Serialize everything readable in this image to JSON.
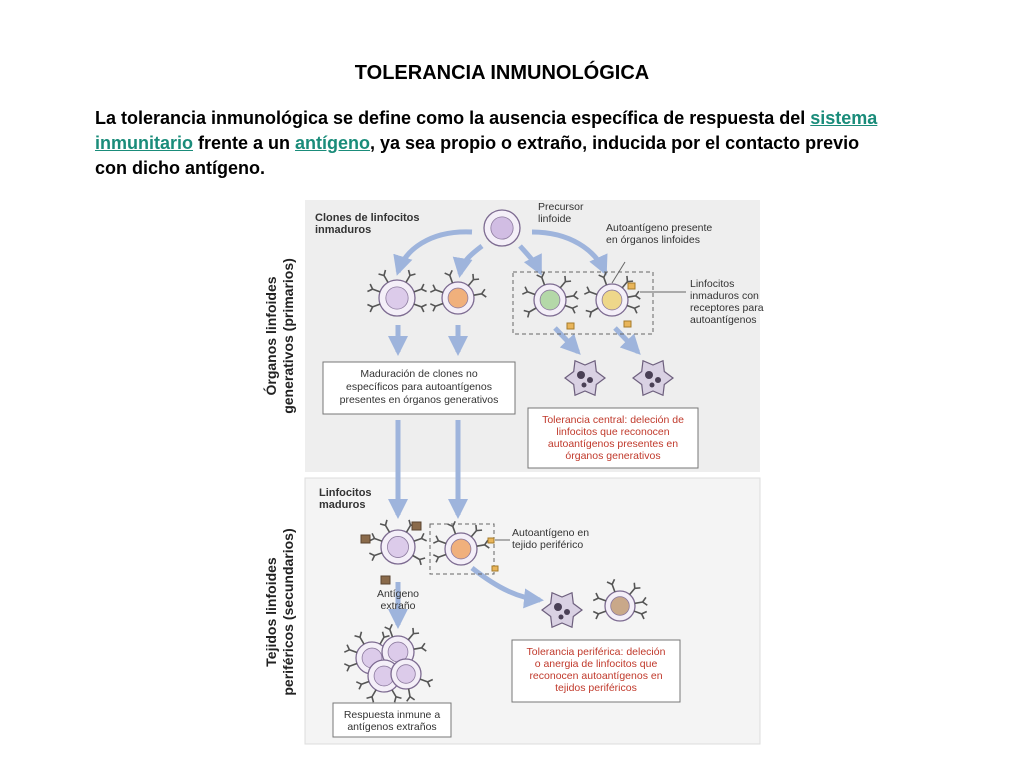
{
  "slide": {
    "title": "TOLERANCIA INMUNOLÓGICA",
    "intro": {
      "t1": "La tolerancia inmunológica se define como la ausencia específica de respuesta del ",
      "link1": "sistema inmunitario",
      "t2": " frente a un ",
      "link2": "antígeno",
      "t3": ", ya sea propio o extraño, inducida por el contacto previo con dicho antígeno."
    }
  },
  "diagram": {
    "primary_side_label": [
      "Órganos linfoides",
      "generativos (primarios)"
    ],
    "secondary_side_label": [
      "Tejidos linfoides",
      "periféricos (secundarios)"
    ],
    "clones_label": [
      "Clones de linfocitos",
      "inmaduros"
    ],
    "precursor_label": [
      "Precursor",
      "linfoide"
    ],
    "autoantigen_label": [
      "Autoantígeno presente",
      "en órganos linfoides"
    ],
    "immature_label": [
      "Linfocitos",
      "inmaduros con",
      "receptores para",
      "autoantígenos"
    ],
    "maturation_box": [
      "Maduración de clones no",
      "específicos para autoantígenos",
      "presentes en órganos generativos"
    ],
    "central_box": [
      "Tolerancia central: deleción de",
      "linfocitos que reconocen",
      "autoantígenos presentes en",
      "órganos generativos"
    ],
    "mature_label": [
      "Linfocitos",
      "maduros"
    ],
    "peripheral_autoantigen_label": [
      "Autoantígeno en",
      "tejido periférico"
    ],
    "foreign_antigen_label": [
      "Antígeno",
      "extraño"
    ],
    "peripheral_box": [
      "Tolerancia periférica: deleción",
      "o anergia de linfocitos que",
      "reconocen autoantígenos en",
      "tejidos periféricos"
    ],
    "response_box": [
      "Respuesta inmune a",
      "antígenos extraños"
    ],
    "colors": {
      "panel_top": "#eeeeee",
      "panel_bottom": "#f4f4f4",
      "arrow": "#9eb4dc",
      "tolerance_text": "#c0392b",
      "precursor_cell": "#d7c4e6",
      "lilac_cell": "#d2c3e4",
      "orange_cell": "#f0b07c",
      "green_cell": "#b4d8a8",
      "yellow_cell": "#eed78a",
      "apoptotic": "#9a8da6"
    }
  }
}
